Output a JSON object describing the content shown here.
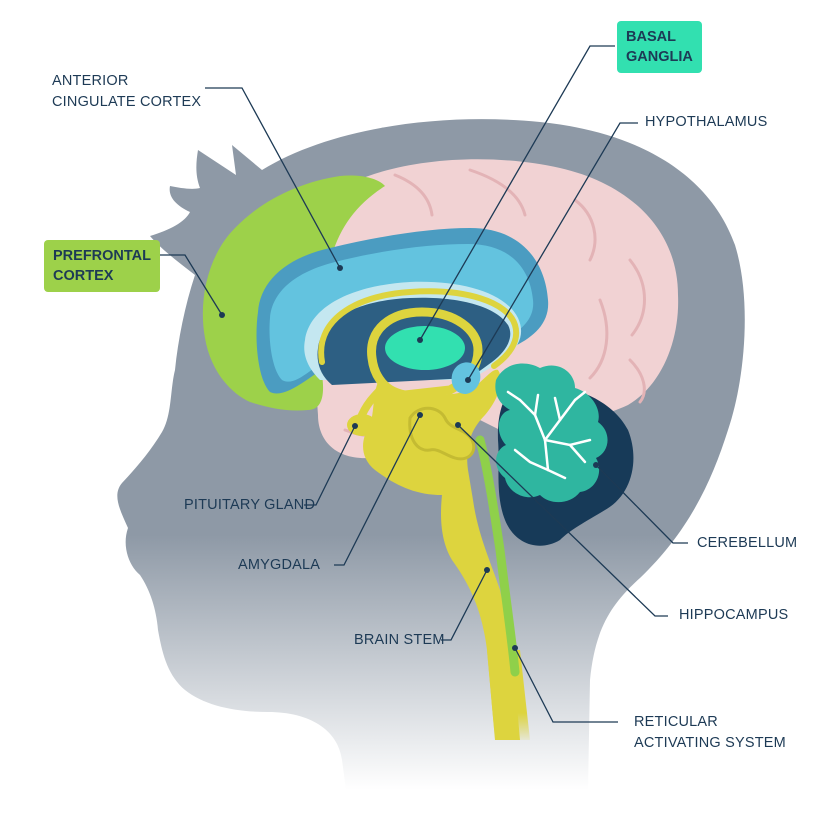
{
  "colors": {
    "head": "#8e99a6",
    "cerebrum": "#f1d2d3",
    "cerebrum_fold": "#e3b3b6",
    "prefrontal": "#9dd14a",
    "cingulate_outer": "#4b9cc1",
    "cingulate": "#63c3df",
    "inner_light": "#c4e7f0",
    "deep": "#2d5f83",
    "yellow": "#ddd43e",
    "basal": "#32e0b0",
    "cerebellum_dark": "#173a58",
    "cerebellum_teal": "#2fb6a0",
    "green_strip": "#8fd04a",
    "text": "#1d3a55",
    "box_green": "#9dd14a",
    "box_mint": "#32e0b0"
  },
  "labels": {
    "anterior_cingulate_cortex": [
      "ANTERIOR",
      "CINGULATE CORTEX"
    ],
    "prefrontal_cortex": [
      "PREFRONTAL",
      "CORTEX"
    ],
    "basal_ganglia": [
      "BASAL",
      "GANGLIA"
    ],
    "hypothalamus": "HYPOTHALAMUS",
    "pituitary_gland": "PITUITARY GLAND",
    "amygdala": "AMYGDALA",
    "brain_stem": "BRAIN STEM",
    "cerebellum": "CEREBELLUM",
    "hippocampus": "HIPPOCAMPUS",
    "reticular_activating_system": [
      "RETICULAR",
      "ACTIVATING SYSTEM"
    ]
  }
}
